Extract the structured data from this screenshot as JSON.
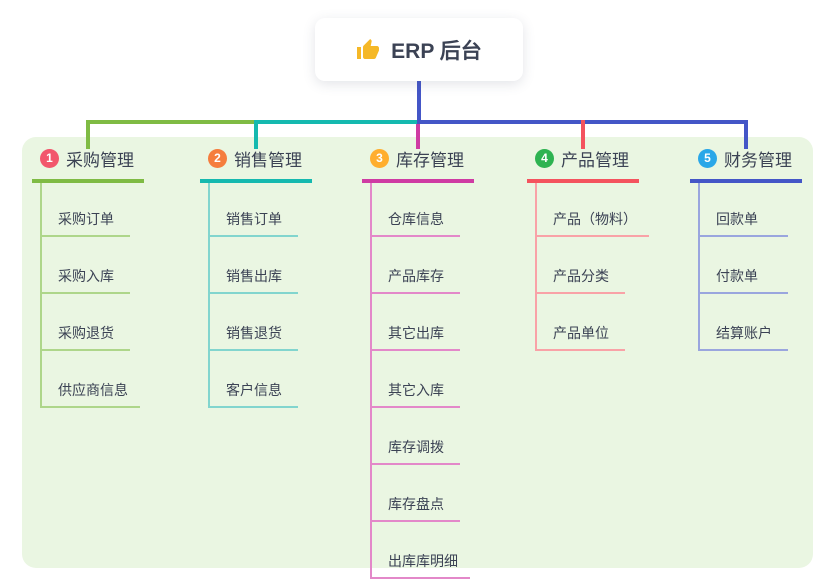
{
  "root": {
    "icon": "thumbs-up-icon",
    "title": "ERP 后台"
  },
  "colors": {
    "page_background": "#ffffff",
    "panel_background": "#eaf6e2",
    "root_card_background": "#ffffff",
    "root_connector": "#4456c7",
    "text": "#3b4254",
    "badge_text": "#ffffff",
    "thumb_icon": "#f5b827"
  },
  "branches": [
    {
      "badge": "1",
      "label": "采购管理",
      "badge_color": "#f2566c",
      "line_color": "#7fbb44",
      "light_line_color": "#aed68a",
      "children": [
        "采购订单",
        "采购入库",
        "采购退货",
        "供应商信息"
      ]
    },
    {
      "badge": "2",
      "label": "销售管理",
      "badge_color": "#f57d3d",
      "line_color": "#15b9af",
      "light_line_color": "#82d5ce",
      "children": [
        "销售订单",
        "销售出库",
        "销售退货",
        "客户信息"
      ]
    },
    {
      "badge": "3",
      "label": "库存管理",
      "badge_color": "#ffae2e",
      "line_color": "#cf3ba3",
      "light_line_color": "#e388c9",
      "children": [
        "仓库信息",
        "产品库存",
        "其它出库",
        "其它入库",
        "库存调拨",
        "库存盘点",
        "出库库明细"
      ]
    },
    {
      "badge": "4",
      "label": "产品管理",
      "badge_color": "#2eb351",
      "line_color": "#f4535e",
      "light_line_color": "#f9a2a7",
      "children": [
        "产品（物料）",
        "产品分类",
        "产品单位"
      ]
    },
    {
      "badge": "5",
      "label": "财务管理",
      "badge_color": "#2aa7e8",
      "line_color": "#4456c7",
      "light_line_color": "#9aa6de",
      "children": [
        "回款单",
        "付款单",
        "结算账户"
      ]
    }
  ]
}
